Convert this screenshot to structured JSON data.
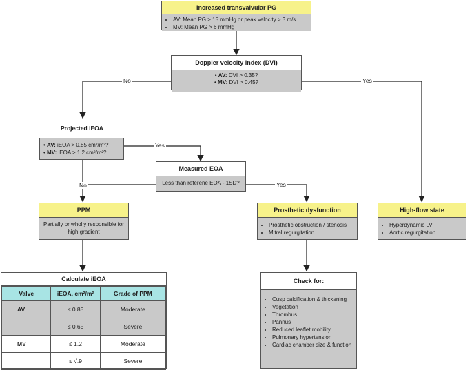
{
  "increased_pg": {
    "title": "Increased transvalvular PG",
    "items": [
      "AV: Mean PG > 15 mmHg or peak velocity > 3 m/s",
      "MV: Mean PG > 6 mmHg"
    ]
  },
  "dvi": {
    "title": "Doppler velocity index (DVI)",
    "items": [
      {
        "bold": "AV:",
        "text": " DVI > 0.35?"
      },
      {
        "bold": "MV:",
        "text": " DVI > 0.45?"
      }
    ]
  },
  "labels": {
    "no_top": "No",
    "yes_top": "Yes",
    "yes_mid": "Yes",
    "no_mid": "No",
    "yes_eoa": "Yes"
  },
  "projected": {
    "title": "Projected iEOA",
    "items": [
      {
        "bold": "AV:",
        "text": " iEOA > 0.85 cm²/m²?"
      },
      {
        "bold": "MV:",
        "text": " iEOA > 1.2 cm²/m²?"
      }
    ]
  },
  "measured": {
    "title": "Measured EOA",
    "question": "Less than referene EOA - 1SD?"
  },
  "ppm": {
    "title": "PPM",
    "text": "Partially or wholly responsible for high gradient"
  },
  "prosthetic": {
    "title": "Prosthetic dysfunction",
    "items": [
      "Prosthetic obstruction / stenosis",
      "Mitral regurgitation"
    ]
  },
  "highflow": {
    "title": "High-flow state",
    "items": [
      "Hyperdynamic LV",
      "Aortic regurgitation"
    ]
  },
  "calc_table": {
    "title": "Calculate iEOA",
    "headers": [
      "Valve",
      "iEOA, cm²/m²",
      "Grade of PPM"
    ],
    "rows": [
      [
        "AV",
        "≤ 0.85",
        "Moderate"
      ],
      [
        "",
        "≤ 0.65",
        "Severe"
      ],
      [
        "MV",
        "≤ 1.2",
        "Moderate"
      ],
      [
        "",
        "≤ √.9",
        "Severe"
      ]
    ]
  },
  "check": {
    "title": "Check for:",
    "items": [
      "Cusp calcification & thickening",
      "Vegetation",
      "Thrombus",
      "Pannus",
      "Reduced leaflet mobility",
      "Pulmonary hypertension",
      "Cardiac chamber size & function"
    ]
  },
  "colors": {
    "header_yellow": "#f7f28a",
    "body_gray": "#c9c9c9",
    "table_header": "#a8e4e4",
    "line": "#222222"
  }
}
